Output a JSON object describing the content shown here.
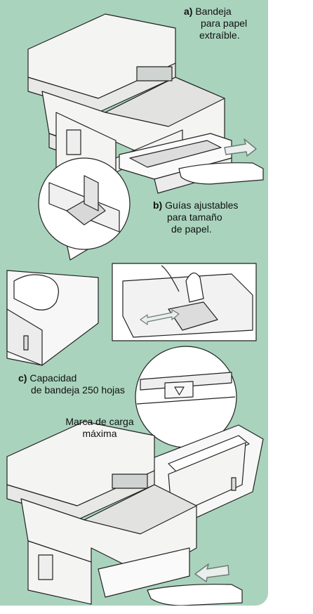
{
  "captions": {
    "a_letter": "a)",
    "a_line1": "Bandeja",
    "a_line2": "para papel",
    "a_line3": "extraíble.",
    "b_letter": "b)",
    "b_line1": "Guías ajustables",
    "b_line2": "para tamaño",
    "b_line3": "de papel.",
    "c_letter": "c)",
    "c_line1": "Capacidad",
    "c_line2": "de bandeja 250 hojas",
    "mark_line1": "Marca de carga",
    "mark_line2": "máxima"
  },
  "colors": {
    "panel": "#a9d3bd",
    "arrow": "#6f7b75",
    "arrow_fill": "#e9efec",
    "line": "#222222",
    "device": "#f4f4f2"
  },
  "icons": {
    "max_mark": "triangle-down-icon",
    "pull_arrow": "arrow-right-icon",
    "push_arrow": "arrow-left-icon",
    "slide_arrow": "double-arrow-icon"
  }
}
